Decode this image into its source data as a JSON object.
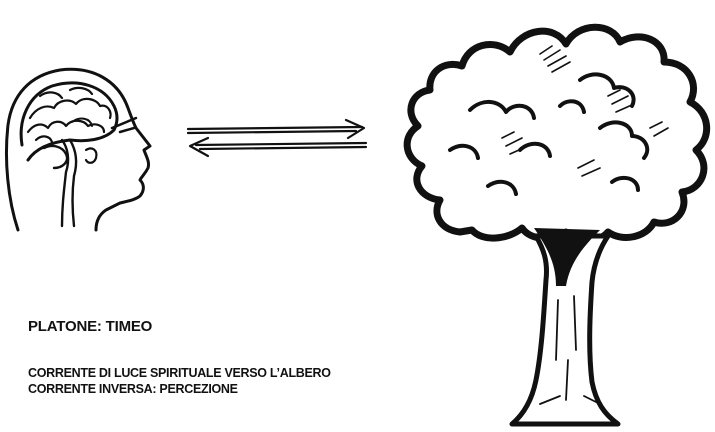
{
  "diagram": {
    "title": "PLATONE: TIMEO",
    "caption_lines": [
      "CORRENTE DI LUCE SPIRITUALE VERSO L’ALBERO",
      "CORRENTE INVERSA: PERCEZIONE"
    ],
    "ink_color": "#111111",
    "background_color": "#ffffff"
  },
  "icons": {
    "head": "head-profile-with-brain-icon",
    "arrows": "double-opposing-arrows-icon",
    "tree": "tree-icon"
  }
}
